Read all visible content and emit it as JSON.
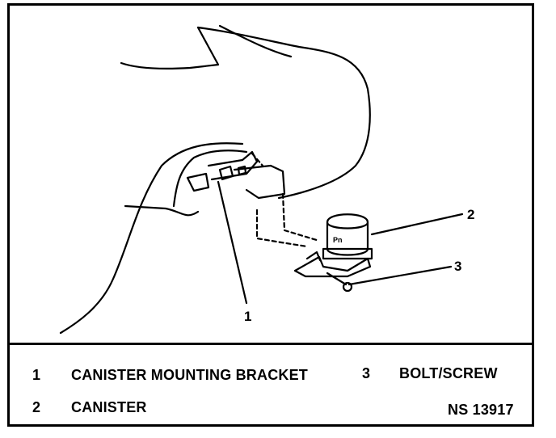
{
  "callouts": [
    "1",
    "2",
    "3"
  ],
  "legend": {
    "items": [
      {
        "num": "1",
        "label": "CANISTER MOUNTING BRACKET"
      },
      {
        "num": "2",
        "label": "CANISTER"
      },
      {
        "num": "3",
        "label": "BOLT/SCREW"
      }
    ],
    "figure_id": "NS 13917"
  }
}
